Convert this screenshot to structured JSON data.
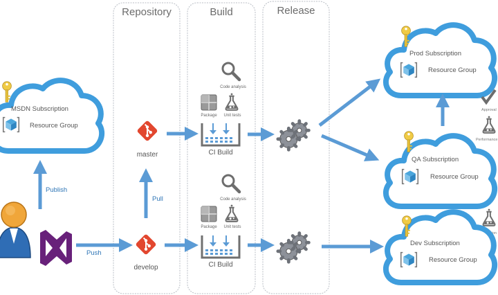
{
  "stages": [
    {
      "title": "Repository"
    },
    {
      "title": "Build"
    },
    {
      "title": "Release"
    }
  ],
  "branches": {
    "master": "master",
    "develop": "develop"
  },
  "arrows": {
    "publish": "Publish",
    "push": "Push",
    "pull": "Pull"
  },
  "builds": [
    {
      "code_analysis": "Code analysis",
      "package": "Package",
      "unit_tests": "Unit tests",
      "label": "CI Build"
    },
    {
      "code_analysis": "Code analysis",
      "package": "Package",
      "unit_tests": "Unit tests",
      "label": "CI Build"
    }
  ],
  "subscriptions": {
    "msdn": {
      "name": "MSDN Subscription",
      "resource_group": "Resource Group"
    },
    "prod": {
      "name": "Prod Subscription",
      "resource_group": "Resource Group"
    },
    "qa": {
      "name": "QA Subscription",
      "resource_group": "Resource Group"
    },
    "dev": {
      "name": "Dev Subscription",
      "resource_group": "Resource Group"
    }
  },
  "gates": {
    "approval": "Approval",
    "performance": "Performance",
    "integration": "Integration"
  },
  "colors": {
    "arrow": "#5b9bd5",
    "cloud": "#3f9ddd",
    "git": "#e2472f",
    "vs": "#68217a",
    "key": "#e5c03a"
  }
}
